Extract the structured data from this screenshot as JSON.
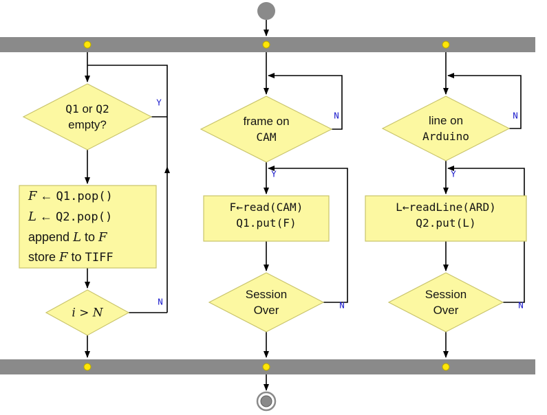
{
  "diagram": {
    "type": "flowchart",
    "description": "Three concurrent lanes between a fork bar and a join bar: TIFF writer loop, camera frame reader loop, Arduino line reader loop",
    "colors": {
      "node_fill": "#FCF8A1",
      "node_border": "#C9C46C",
      "sync_bar": "#8A8A8A",
      "token_dot": "#FFE608",
      "branch_label": "#1A1ACC",
      "connector": "#000000",
      "start_end_node": "#8A8A8A"
    },
    "branch_labels": {
      "left_empty_yes": "Y",
      "left_count_no": "N",
      "mid_frame_no": "N",
      "mid_frame_yes": "Y",
      "mid_over_no": "N",
      "right_line_no": "N",
      "right_line_yes": "Y",
      "right_over_no": "N"
    },
    "nodes": {
      "left_decision_empty": {
        "type": "decision",
        "lines": [
          {
            "segments": [
              {
                "text": "Q1",
                "style": "mono"
              },
              {
                "text": " or ",
                "style": "plain"
              },
              {
                "text": "Q2",
                "style": "mono"
              }
            ]
          },
          {
            "segments": [
              {
                "text": "empty?",
                "style": "plain"
              }
            ]
          }
        ]
      },
      "left_process_pop": {
        "type": "process",
        "lines": [
          {
            "segments": [
              {
                "text": "F",
                "style": "math"
              },
              {
                "text": " ← ",
                "style": "plain"
              },
              {
                "text": "Q1.pop()",
                "style": "mono"
              }
            ]
          },
          {
            "segments": [
              {
                "text": "L",
                "style": "math"
              },
              {
                "text": " ← ",
                "style": "plain"
              },
              {
                "text": "Q2.pop()",
                "style": "mono"
              }
            ]
          },
          {
            "segments": [
              {
                "text": "append ",
                "style": "plain"
              },
              {
                "text": "L",
                "style": "math"
              },
              {
                "text": " to ",
                "style": "plain"
              },
              {
                "text": "F",
                "style": "math"
              }
            ]
          },
          {
            "segments": [
              {
                "text": "store ",
                "style": "plain"
              },
              {
                "text": "F",
                "style": "math"
              },
              {
                "text": " to ",
                "style": "plain"
              },
              {
                "text": "TIFF",
                "style": "mono"
              }
            ]
          }
        ]
      },
      "left_decision_count": {
        "type": "decision",
        "lines": [
          {
            "segments": [
              {
                "text": "i > N",
                "style": "math"
              }
            ]
          }
        ]
      },
      "mid_decision_frame": {
        "type": "decision",
        "lines": [
          {
            "segments": [
              {
                "text": "frame on",
                "style": "plain"
              }
            ]
          },
          {
            "segments": [
              {
                "text": "CAM",
                "style": "mono"
              }
            ]
          }
        ]
      },
      "mid_process_read": {
        "type": "process",
        "lines": [
          {
            "segments": [
              {
                "text": "F←read(CAM)",
                "style": "mono"
              }
            ]
          },
          {
            "segments": [
              {
                "text": "Q1.put(F)",
                "style": "mono"
              }
            ]
          }
        ]
      },
      "mid_decision_over": {
        "type": "decision",
        "lines": [
          {
            "segments": [
              {
                "text": "Session",
                "style": "plain"
              }
            ]
          },
          {
            "segments": [
              {
                "text": "Over",
                "style": "plain"
              }
            ]
          }
        ]
      },
      "right_decision_line": {
        "type": "decision",
        "lines": [
          {
            "segments": [
              {
                "text": "line on",
                "style": "plain"
              }
            ]
          },
          {
            "segments": [
              {
                "text": "Arduino",
                "style": "mono"
              }
            ]
          }
        ]
      },
      "right_process_read": {
        "type": "process",
        "lines": [
          {
            "segments": [
              {
                "text": "L←readLine(ARD)",
                "style": "mono"
              }
            ]
          },
          {
            "segments": [
              {
                "text": "Q2.put(L)",
                "style": "mono"
              }
            ]
          }
        ]
      },
      "right_decision_over": {
        "type": "decision",
        "lines": [
          {
            "segments": [
              {
                "text": "Session",
                "style": "plain"
              }
            ]
          },
          {
            "segments": [
              {
                "text": "Over",
                "style": "plain"
              }
            ]
          }
        ]
      }
    }
  }
}
